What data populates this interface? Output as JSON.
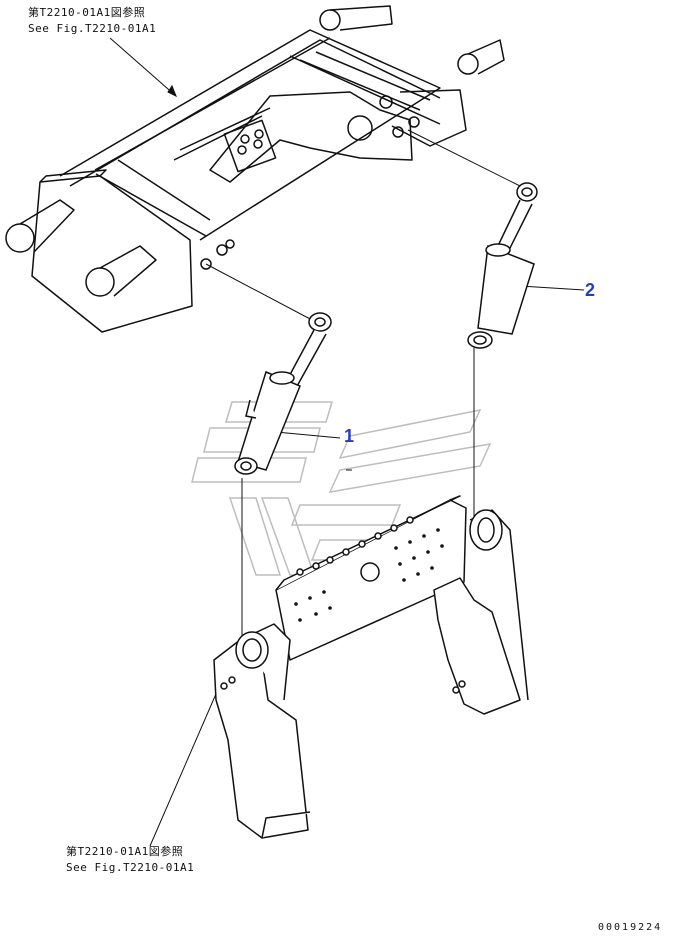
{
  "references": {
    "top": {
      "jp": "第T2210-01A1図参照",
      "en": "See Fig.T2210-01A1"
    },
    "bottom": {
      "jp": "第T2210-01A1図参照",
      "en": "See Fig.T2210-01A1"
    }
  },
  "callouts": {
    "part1": "1",
    "part2": "2"
  },
  "document_number": "00019224",
  "colors": {
    "line": "#111111",
    "callout": "#2a3fb5",
    "watermark": "#bdbdbd"
  }
}
